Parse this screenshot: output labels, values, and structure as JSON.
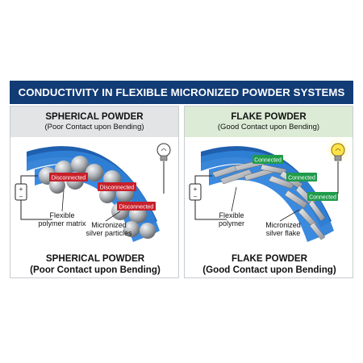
{
  "title": "CONDUCTIVITY IN FLEXIBLE MICRONIZED POWDER SYSTEMS",
  "left_panel": {
    "header_title": "SPHERICAL POWDER",
    "header_subtitle": "(Poor Contact upon Bending)",
    "labels": {
      "matrix_line1": "Flexible",
      "matrix_line2": "polymer matrix",
      "particles_line1": "Micronized",
      "particles_line2": "silver particles"
    },
    "tags": [
      "Disconnected",
      "Disconnected",
      "Disconnected"
    ],
    "bulb_state": "off",
    "footer_title": "SPHERICAL POWDER",
    "footer_subtitle": "(Poor Contact upon Bending)",
    "colors": {
      "tag": "#c8202a",
      "header_bg": "#e3e4e6"
    }
  },
  "right_panel": {
    "header_title": "FLAKE POWDER",
    "header_subtitle": "(Good Contact upon Bending)",
    "labels": {
      "matrix_line1": "Flexible",
      "matrix_line2": "polymer",
      "particles_line1": "Micronized",
      "particles_line2": "silver flake"
    },
    "tags": [
      "Connected",
      "Connected",
      "Connected"
    ],
    "bulb_state": "on",
    "footer_title": "FLAKE POWDER",
    "footer_subtitle": "(Good Contact upon Bending)",
    "colors": {
      "tag": "#1f9b4a",
      "header_bg": "#dcebd6"
    }
  },
  "colors": {
    "title_bar": "#123c75",
    "polymer_blue": "#2f7fd6",
    "silver": "#a9adb2"
  },
  "icons": [
    "battery-icon",
    "lightbulb-icon"
  ]
}
